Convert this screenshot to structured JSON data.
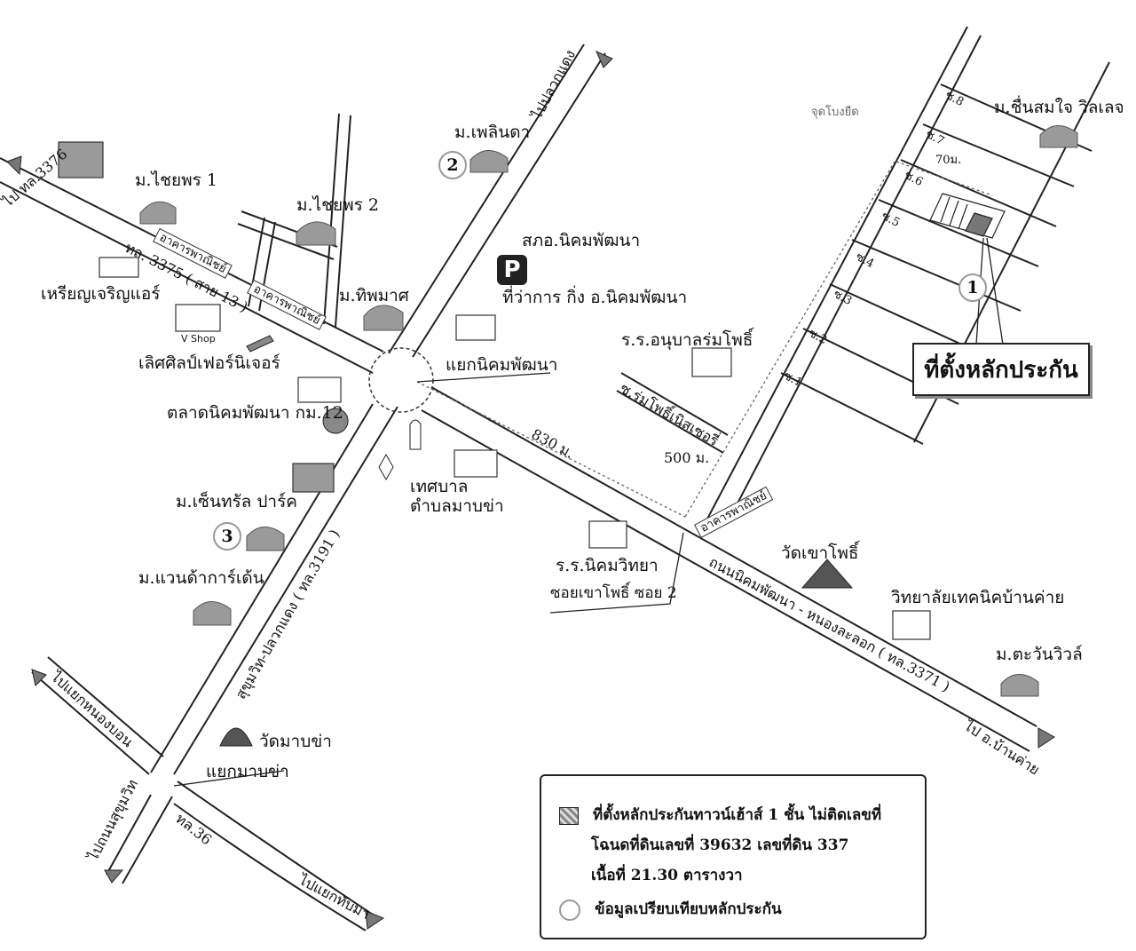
{
  "roads": {
    "to_3376": "ไป ทล.3376",
    "to_pluak_daeng": "ไปปลวกแดง",
    "route_3375": "ทล. 3375 ( สาย 13 )",
    "sukhumvit_pluak_daeng": "สุขุมวิท-ปลวกแดง ( ทล.3191 )",
    "nikhom_nong_la_lok": "ถนนนิคมพัฒนา - หนองละลอก ( ทล.3371 )",
    "to_ban_khai": "ไป อ.บ้านค่าย",
    "to_nong_bon": "ไปแยกหนองบอน",
    "to_sukhumvit": "ไปถนนสุขุมวิท",
    "route_36": "ทล.36",
    "to_thap_ma": "ไปแยกทับมา",
    "soi_rom_pho": "ซ.ร่มโพธิ์เนิสเซอรี่",
    "soi_1": "ซ.1",
    "soi_2": "ซ.2",
    "soi_3": "ซ.3",
    "soi_4": "ซ.4",
    "soi_5": "ซ.5",
    "soi_6": "ซ.6",
    "soi_7": "ซ.7",
    "soi_8": "ซ.8"
  },
  "places": {
    "chaiyaporn_1": "ม.ไชยพร 1",
    "chaiyaporn_2": "ม.ไชยพร 2",
    "plinda": "ม.เพลินดา",
    "nikhom_police": "สภอ.นิคมพัฒนา",
    "district_office": "ที่ว่าการ กิ่ง อ.นิคมพัฒนา",
    "thipmas": "ม.ทิพมาศ",
    "rian_charoen_air": "เหรียญเจริญแอร์",
    "v_shop": "V Shop",
    "loet_sin_furniture": "เลิศศิลป์เฟอร์นิเจอร์",
    "nikhom_market": "ตลาดนิคมพัฒนา กม.12",
    "nikhom_junction": "แยกนิคมพัฒนา",
    "central_park": "ม.เซ็นทรัล ปาร์ค",
    "wanda_garden": "ม.แวนด้าการ์เด้น",
    "municipality": "เทศบาล\nตำบลมาบข่า",
    "anuban_rom_pho": "ร.ร.อนุบาลร่มโพธิ์",
    "nikhom_school": "ร.ร.นิคมวิทยา",
    "soi_khao_pho_2": "ซอยเขาโพธิ์ ซอย 2",
    "wat_khao_pho": "วัดเขาโพธิ์",
    "ban_khai_tech": "วิทยาลัยเทคนิคบ้านค่าย",
    "tawan_ville": "ม.ตะวันวิวล์",
    "chuen_somjai": "ม.ชื่นสมใจ วิลเลจ",
    "wat_map_kha": "วัดมาบข่า",
    "map_kha_junction": "แยกมาบข่า",
    "viewpoint": "จุดโบงยืด",
    "commercial_1": "อาคารพาณิชย์",
    "commercial_2": "อาคารพาณิชย์",
    "commercial_3": "อาคารพาณิชย์"
  },
  "distances": {
    "d830": "830 ม.",
    "d500": "500 ม.",
    "d70": "70ม."
  },
  "markers": {
    "m1": "1",
    "m2": "2",
    "m3": "3",
    "parking": "P"
  },
  "target_label": "ที่ตั้งหลักประกัน",
  "legend": {
    "line1": "ที่ตั้งหลักประกันทาวน์เฮ้าส์ 1 ชั้น  ไม่ติดเลขที่",
    "line2": "โฉนดที่ดินเลขที่ 39632 เลขที่ดิน 337",
    "line3": "เนื้อที่ 21.30 ตารางวา",
    "line4": "ข้อมูลเปรียบเทียบหลักประกัน"
  },
  "colors": {
    "road": "#222222",
    "marker_ring": "#999999",
    "icon_gray": "#9a9a9a"
  }
}
